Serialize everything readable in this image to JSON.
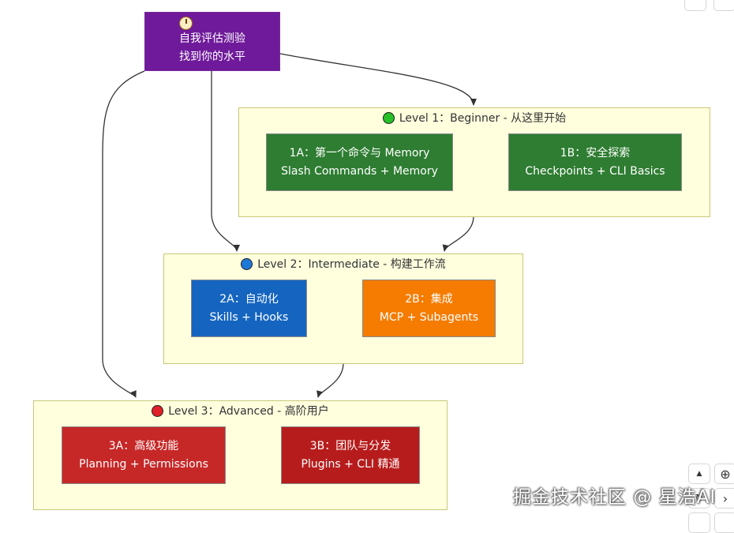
{
  "start": {
    "line1": "自我评估测验",
    "line2": "找到你的水平",
    "icon": "clock-icon",
    "color": "#6f1a9a"
  },
  "clusters": [
    {
      "id": "l1",
      "title": "Level 1：Beginner - 从这里开始",
      "dot_color": "#27c027"
    },
    {
      "id": "l2",
      "title": "Level 2：Intermediate - 构建工作流",
      "dot_color": "#1e78d8"
    },
    {
      "id": "l3",
      "title": "Level 3：Advanced - 高阶用户",
      "dot_color": "#e0202a"
    }
  ],
  "nodes": {
    "n1a": {
      "line1": "1A：第一个命令与 Memory",
      "line2": "Slash Commands + Memory",
      "color": "#2e7d32"
    },
    "n1b": {
      "line1": "1B：安全探索",
      "line2": "Checkpoints + CLI Basics",
      "color": "#2e7d32"
    },
    "n2a": {
      "line1": "2A：自动化",
      "line2": "Skills + Hooks",
      "color": "#1565c0"
    },
    "n2b": {
      "line1": "2B：集成",
      "line2": "MCP + Subagents",
      "color": "#f57c00"
    },
    "n3a": {
      "line1": "3A：高级功能",
      "line2": "Planning + Permissions",
      "color": "#c62828"
    },
    "n3b": {
      "line1": "3B：团队与分发",
      "line2": "Plugins + CLI 精通",
      "color": "#b71c1c"
    }
  },
  "controls": {
    "up": "▲",
    "zoom_in": "⊕",
    "right": "›",
    "reset": "↻"
  },
  "watermark": "掘金技术社区 @ 星浩AI"
}
